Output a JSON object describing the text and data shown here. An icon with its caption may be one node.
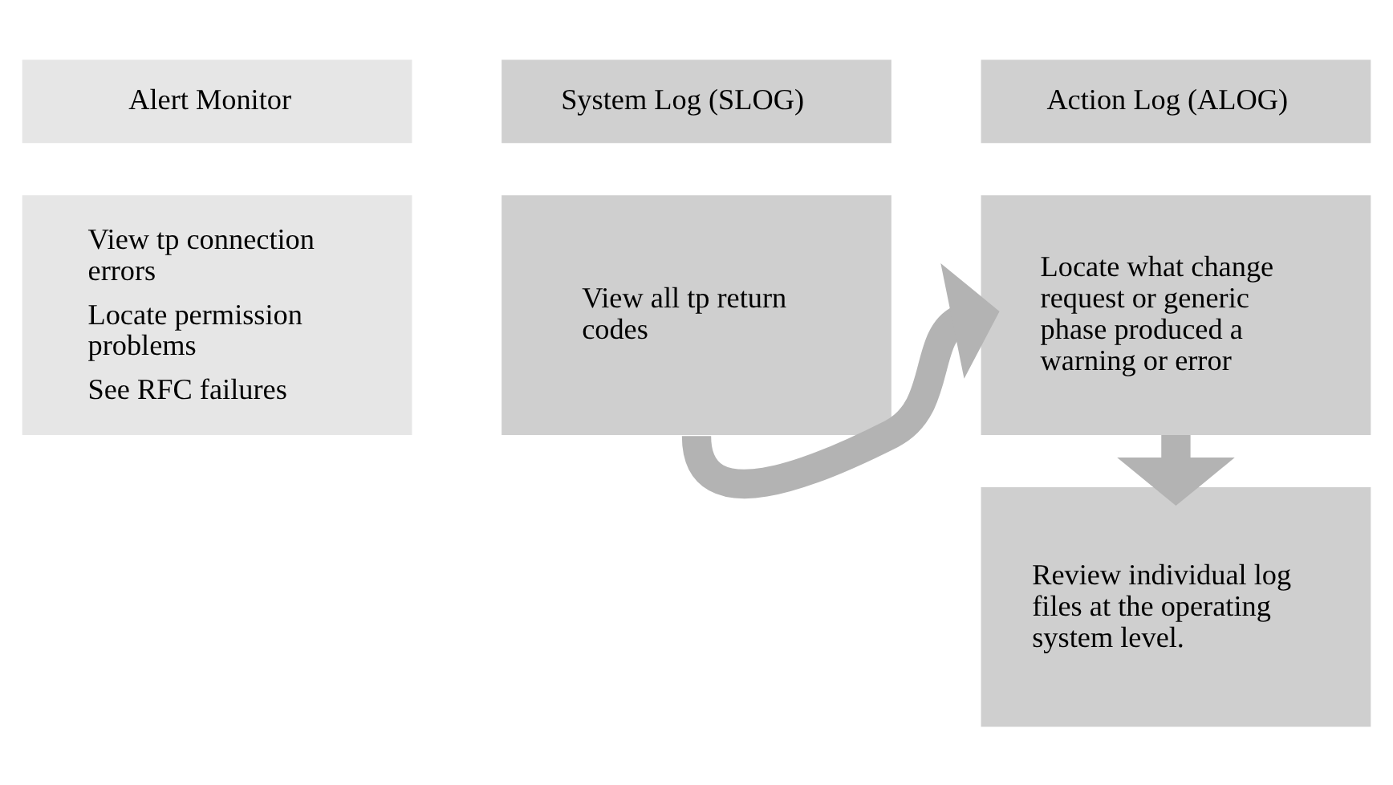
{
  "diagram": {
    "nodes": [
      {
        "text": [
          "Alert Monitor"
        ]
      },
      {
        "text": [
          "System Log (SLOG)"
        ]
      },
      {
        "text": [
          "Action Log (ALOG)"
        ]
      },
      {
        "text": [
          "View tp connection errors",
          "Locate permission problems",
          "See RFC failures"
        ]
      },
      {
        "text": [
          "View all tp return codes"
        ]
      },
      {
        "text": [
          "Locate what change request or generic phase produced a warning or error"
        ]
      },
      {
        "text": [
          "Review individual log files at the operating system level."
        ]
      }
    ],
    "edges": [
      {
        "from": 4,
        "to": 5,
        "arrow": "to"
      },
      {
        "from": 5,
        "to": 6,
        "arrow": "to"
      }
    ]
  }
}
